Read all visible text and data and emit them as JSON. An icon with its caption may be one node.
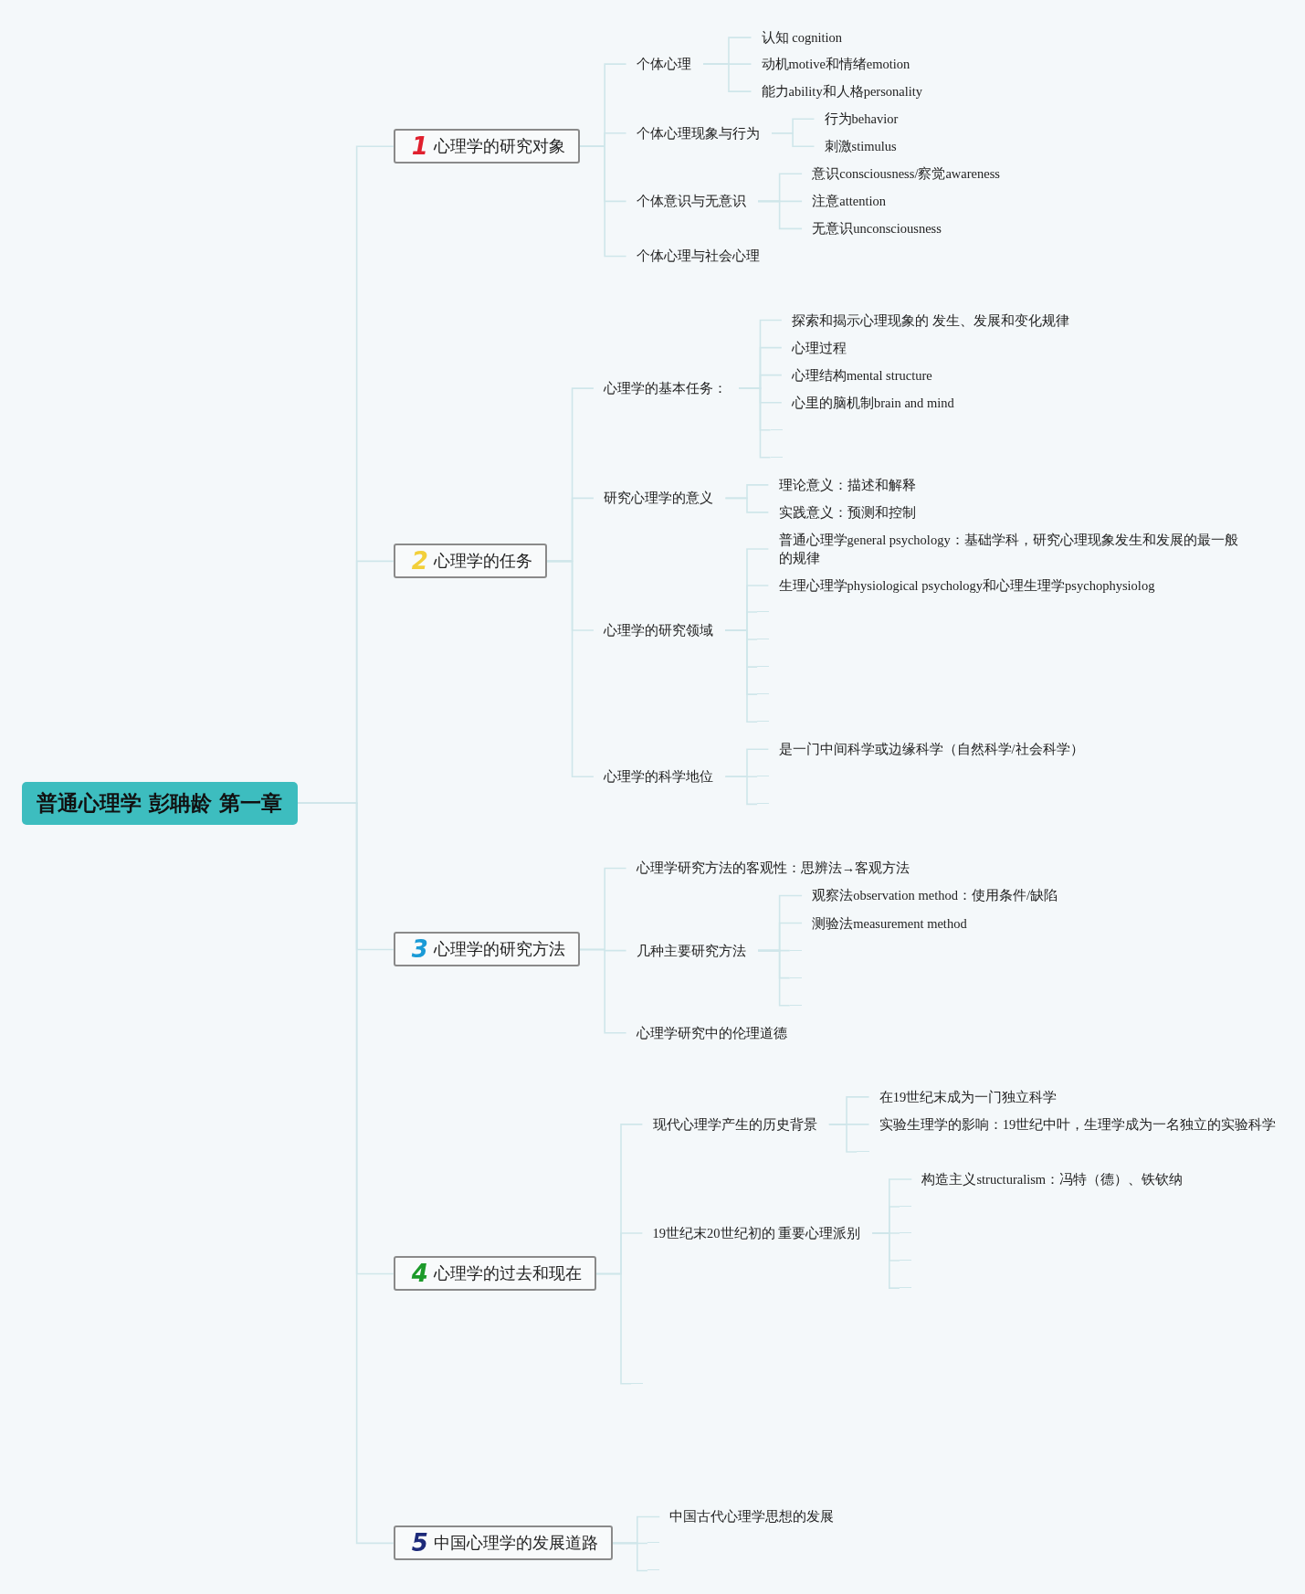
{
  "diagram": {
    "nodes": [
      {
        "text": [
          "普通心理学 彭聃龄 第一章"
        ]
      },
      {
        "text": [
          "1",
          "心理学的研究对象"
        ]
      },
      {
        "text": [
          "个体心理"
        ]
      },
      {
        "text": [
          "认知 cognition"
        ]
      },
      {
        "text": [
          "动机motive和情绪emotion"
        ]
      },
      {
        "text": [
          "能力ability和人格personality"
        ]
      },
      {
        "text": [
          "个体心理现象与行为"
        ]
      },
      {
        "text": [
          "行为behavior"
        ]
      },
      {
        "text": [
          "刺激stimulus"
        ]
      },
      {
        "text": [
          "个体意识与无意识"
        ]
      },
      {
        "text": [
          "意识consciousness/察觉awareness"
        ]
      },
      {
        "text": [
          "注意attention"
        ]
      },
      {
        "text": [
          "无意识unconsciousness"
        ]
      },
      {
        "text": [
          "个体心理与社会心理"
        ]
      },
      {
        "text": [
          "2",
          "心理学的任务"
        ]
      },
      {
        "text": [
          "心理学的基本任务："
        ]
      },
      {
        "text": [
          "探索和揭示心理现象的 发生、发展和变化规律"
        ]
      },
      {
        "text": [
          "心理过程"
        ]
      },
      {
        "text": [
          "心理结构mental structure"
        ]
      },
      {
        "text": [
          "心里的脑机制brain and mind"
        ]
      },
      {
        "text": [
          "研究心理学的意义"
        ]
      },
      {
        "text": [
          "理论意义：描述和解释"
        ]
      },
      {
        "text": [
          "实践意义：预测和控制"
        ]
      },
      {
        "text": [
          "心理学的研究领域"
        ]
      },
      {
        "text": [
          "普通心理学general psychology：基础学科，研究心理现象发生和发展的最一般的规律"
        ]
      },
      {
        "text": [
          "生理心理学physiological psychology和心理生理学psychophysiolog"
        ]
      },
      {
        "text": [
          "心理学的科学地位"
        ]
      },
      {
        "text": [
          "是一门中间科学或边缘科学（自然科学/社会科学）"
        ]
      },
      {
        "text": [
          "3",
          "心理学的研究方法"
        ]
      },
      {
        "text": [
          "心理学研究方法的客观性：思辨法→客观方法"
        ]
      },
      {
        "text": [
          "几种主要研究方法"
        ]
      },
      {
        "text": [
          "观察法observation method：使用条件/缺陷"
        ]
      },
      {
        "text": [
          "测验法measurement method"
        ]
      },
      {
        "text": [
          "心理学研究中的伦理道德"
        ]
      },
      {
        "text": [
          "4",
          "心理学的过去和现在"
        ]
      },
      {
        "text": [
          "现代心理学产生的历史背景"
        ]
      },
      {
        "text": [
          "在19世纪末成为一门独立科学"
        ]
      },
      {
        "text": [
          "实验生理学的影响：19世纪中叶，生理学成为一名独立的实验科学"
        ]
      },
      {
        "text": [
          "19世纪末20世纪初的 重要心理派别"
        ]
      },
      {
        "text": [
          "构造主义structuralism：冯特（德）、铁钦纳"
        ]
      },
      {
        "text": [
          "5",
          "中国心理学的发展道路"
        ]
      },
      {
        "text": [
          "中国古代心理学思想的发展"
        ]
      },
      {
        "text": [],
        "shape": "line"
      },
      {
        "text": [],
        "shape": "line"
      },
      {
        "text": [],
        "shape": "line"
      },
      {
        "text": [],
        "shape": "line"
      },
      {
        "text": [],
        "shape": "line"
      },
      {
        "text": [],
        "shape": "line"
      },
      {
        "text": [],
        "shape": "line"
      },
      {
        "text": [],
        "shape": "line"
      },
      {
        "text": [],
        "shape": "line"
      },
      {
        "text": [],
        "shape": "line"
      },
      {
        "text": [],
        "shape": "line"
      },
      {
        "text": [],
        "shape": "line"
      },
      {
        "text": [],
        "shape": "line"
      },
      {
        "text": [],
        "shape": "line"
      },
      {
        "text": [],
        "shape": "line"
      },
      {
        "text": [],
        "shape": "line"
      },
      {
        "text": [],
        "shape": "line"
      },
      {
        "text": [],
        "shape": "line"
      },
      {
        "text": [],
        "shape": "line"
      },
      {
        "text": [],
        "shape": "line"
      }
    ],
    "edges": [
      {
        "from": 0,
        "to": 1,
        "arrow": "none"
      },
      {
        "from": 0,
        "to": 14,
        "arrow": "none"
      },
      {
        "from": 0,
        "to": 28,
        "arrow": "none"
      },
      {
        "from": 0,
        "to": 34,
        "arrow": "none"
      },
      {
        "from": 0,
        "to": 40,
        "arrow": "none"
      },
      {
        "from": 1,
        "to": 2,
        "arrow": "none"
      },
      {
        "from": 1,
        "to": 6,
        "arrow": "none"
      },
      {
        "from": 1,
        "to": 9,
        "arrow": "none"
      },
      {
        "from": 1,
        "to": 13,
        "arrow": "none"
      },
      {
        "from": 2,
        "to": 3,
        "arrow": "none"
      },
      {
        "from": 2,
        "to": 4,
        "arrow": "none"
      },
      {
        "from": 2,
        "to": 5,
        "arrow": "none"
      },
      {
        "from": 6,
        "to": 7,
        "arrow": "none"
      },
      {
        "from": 6,
        "to": 8,
        "arrow": "none"
      },
      {
        "from": 9,
        "to": 10,
        "arrow": "none"
      },
      {
        "from": 9,
        "to": 11,
        "arrow": "none"
      },
      {
        "from": 9,
        "to": 12,
        "arrow": "none"
      },
      {
        "from": 14,
        "to": 15,
        "arrow": "none"
      },
      {
        "from": 14,
        "to": 20,
        "arrow": "none"
      },
      {
        "from": 14,
        "to": 23,
        "arrow": "none"
      },
      {
        "from": 14,
        "to": 26,
        "arrow": "none"
      },
      {
        "from": 15,
        "to": 16,
        "arrow": "none"
      },
      {
        "from": 15,
        "to": 17,
        "arrow": "none"
      },
      {
        "from": 15,
        "to": 18,
        "arrow": "none"
      },
      {
        "from": 15,
        "to": 19,
        "arrow": "none"
      },
      {
        "from": 15,
        "to": 42,
        "arrow": "none"
      },
      {
        "from": 15,
        "to": 43,
        "arrow": "none"
      },
      {
        "from": 20,
        "to": 21,
        "arrow": "none"
      },
      {
        "from": 20,
        "to": 22,
        "arrow": "none"
      },
      {
        "from": 23,
        "to": 24,
        "arrow": "none"
      },
      {
        "from": 23,
        "to": 25,
        "arrow": "none"
      },
      {
        "from": 23,
        "to": 44,
        "arrow": "none"
      },
      {
        "from": 23,
        "to": 45,
        "arrow": "none"
      },
      {
        "from": 23,
        "to": 46,
        "arrow": "none"
      },
      {
        "from": 23,
        "to": 47,
        "arrow": "none"
      },
      {
        "from": 23,
        "to": 48,
        "arrow": "none"
      },
      {
        "from": 26,
        "to": 27,
        "arrow": "none"
      },
      {
        "from": 26,
        "to": 49,
        "arrow": "none"
      },
      {
        "from": 26,
        "to": 50,
        "arrow": "none"
      },
      {
        "from": 28,
        "to": 29,
        "arrow": "none"
      },
      {
        "from": 28,
        "to": 30,
        "arrow": "none"
      },
      {
        "from": 28,
        "to": 33,
        "arrow": "none"
      },
      {
        "from": 30,
        "to": 31,
        "arrow": "none"
      },
      {
        "from": 30,
        "to": 32,
        "arrow": "none"
      },
      {
        "from": 30,
        "to": 51,
        "arrow": "none"
      },
      {
        "from": 30,
        "to": 52,
        "arrow": "none"
      },
      {
        "from": 30,
        "to": 53,
        "arrow": "none"
      },
      {
        "from": 34,
        "to": 35,
        "arrow": "none"
      },
      {
        "from": 34,
        "to": 38,
        "arrow": "none"
      },
      {
        "from": 34,
        "to": 54,
        "arrow": "none"
      },
      {
        "from": 35,
        "to": 36,
        "arrow": "none"
      },
      {
        "from": 35,
        "to": 37,
        "arrow": "none"
      },
      {
        "from": 35,
        "to": 55,
        "arrow": "none"
      },
      {
        "from": 38,
        "to": 39,
        "arrow": "none"
      },
      {
        "from": 38,
        "to": 56,
        "arrow": "none"
      },
      {
        "from": 38,
        "to": 57,
        "arrow": "none"
      },
      {
        "from": 38,
        "to": 58,
        "arrow": "none"
      },
      {
        "from": 38,
        "to": 59,
        "arrow": "none"
      },
      {
        "from": 40,
        "to": 41,
        "arrow": "none"
      },
      {
        "from": 40,
        "to": 60,
        "arrow": "none"
      },
      {
        "from": 40,
        "to": 61,
        "arrow": "none"
      }
    ]
  }
}
